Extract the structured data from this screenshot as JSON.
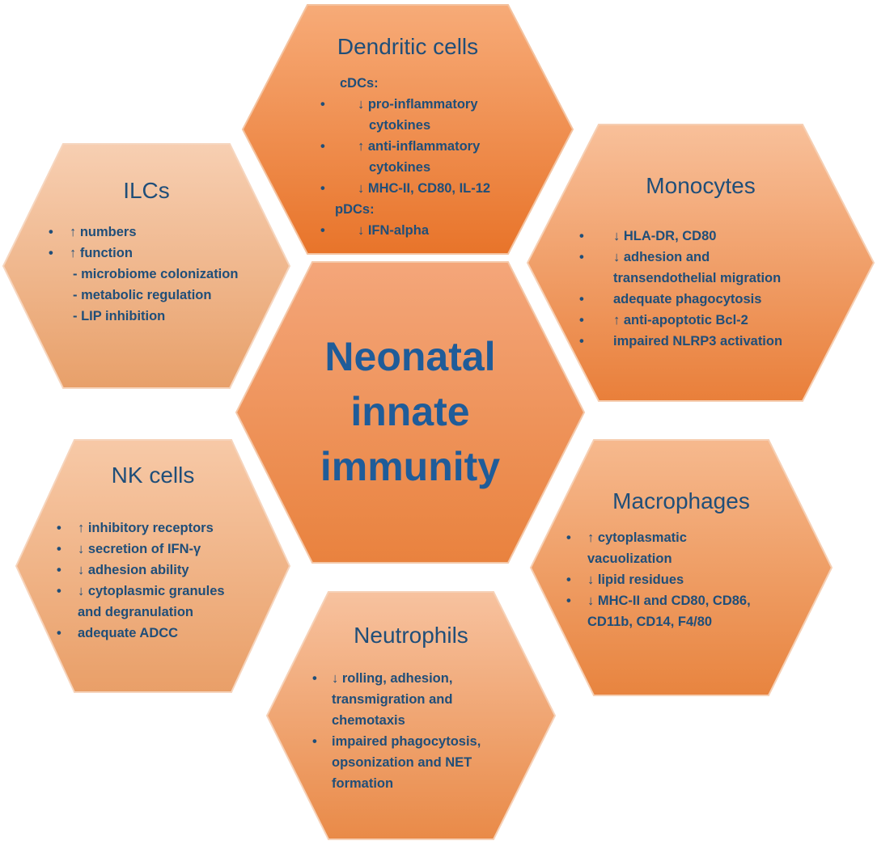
{
  "center": {
    "lines": [
      "Neonatal",
      "innate",
      "immunity"
    ]
  },
  "dendritic": {
    "title": "Dendritic cells",
    "items": [
      {
        "bullet": false,
        "text": "cDCs:"
      },
      {
        "bullet": true,
        "text": "↓ pro-inflammatory"
      },
      {
        "bullet": false,
        "text": "cytokines"
      },
      {
        "bullet": true,
        "text": "↑ anti-inflammatory"
      },
      {
        "bullet": false,
        "text": "cytokines"
      },
      {
        "bullet": true,
        "text": "↓ MHC-II, CD80, IL-12"
      },
      {
        "bullet": false,
        "text": "pDCs:"
      },
      {
        "bullet": true,
        "text": "↓  IFN-alpha"
      }
    ]
  },
  "ilcs": {
    "title": "ILCs",
    "items": [
      {
        "bullet": true,
        "text": "↑ numbers"
      },
      {
        "bullet": true,
        "text": "↑ function"
      },
      {
        "bullet": false,
        "text": "-  microbiome colonization"
      },
      {
        "bullet": false,
        "text": "-  metabolic regulation"
      },
      {
        "bullet": false,
        "text": "-  LIP inhibition"
      }
    ]
  },
  "monocytes": {
    "title": "Monocytes",
    "items": [
      {
        "bullet": true,
        "text": "↓ HLA-DR, CD80"
      },
      {
        "bullet": true,
        "text": "↓ adhesion and"
      },
      {
        "bullet": false,
        "text": "transendothelial migration"
      },
      {
        "bullet": true,
        "text": "adequate phagocytosis"
      },
      {
        "bullet": true,
        "text": "↑ anti-apoptotic Bcl-2"
      },
      {
        "bullet": true,
        "text": "impaired NLRP3 activation"
      }
    ]
  },
  "nk": {
    "title": "NK cells",
    "items": [
      {
        "bullet": true,
        "text": "↑  inhibitory receptors"
      },
      {
        "bullet": true,
        "text": "↓ secretion of IFN-γ"
      },
      {
        "bullet": true,
        "text": "↓ adhesion ability"
      },
      {
        "bullet": true,
        "text": "↓ cytoplasmic granules"
      },
      {
        "bullet": false,
        "text": "and degranulation"
      },
      {
        "bullet": true,
        "text": "adequate ADCC"
      }
    ]
  },
  "macrophages": {
    "title": "Macrophages",
    "items": [
      {
        "bullet": true,
        "text": "↑ cytoplasmatic"
      },
      {
        "bullet": false,
        "text": "vacuolization"
      },
      {
        "bullet": true,
        "text": "↓ lipid residues"
      },
      {
        "bullet": true,
        "text": "↓ MHC-II and CD80, CD86,"
      },
      {
        "bullet": false,
        "text": "CD11b, CD14, F4/80"
      }
    ]
  },
  "neutrophils": {
    "title": "Neutrophils",
    "items": [
      {
        "bullet": true,
        "text": "↓ rolling, adhesion,"
      },
      {
        "bullet": false,
        "text": "transmigration and"
      },
      {
        "bullet": false,
        "text": "chemotaxis"
      },
      {
        "bullet": true,
        "text": "impaired phagocytosis,"
      },
      {
        "bullet": false,
        "text": "opsonization and NET"
      },
      {
        "bullet": false,
        "text": "formation"
      }
    ]
  },
  "colors": {
    "dark_orange_top": "#f7a56a",
    "dark_orange_bottom": "#e8762e",
    "light_orange_top": "#f6c7a6",
    "light_orange_bottom": "#e9a574",
    "text": "#1f4e79",
    "center_text": "#1f5c99"
  }
}
